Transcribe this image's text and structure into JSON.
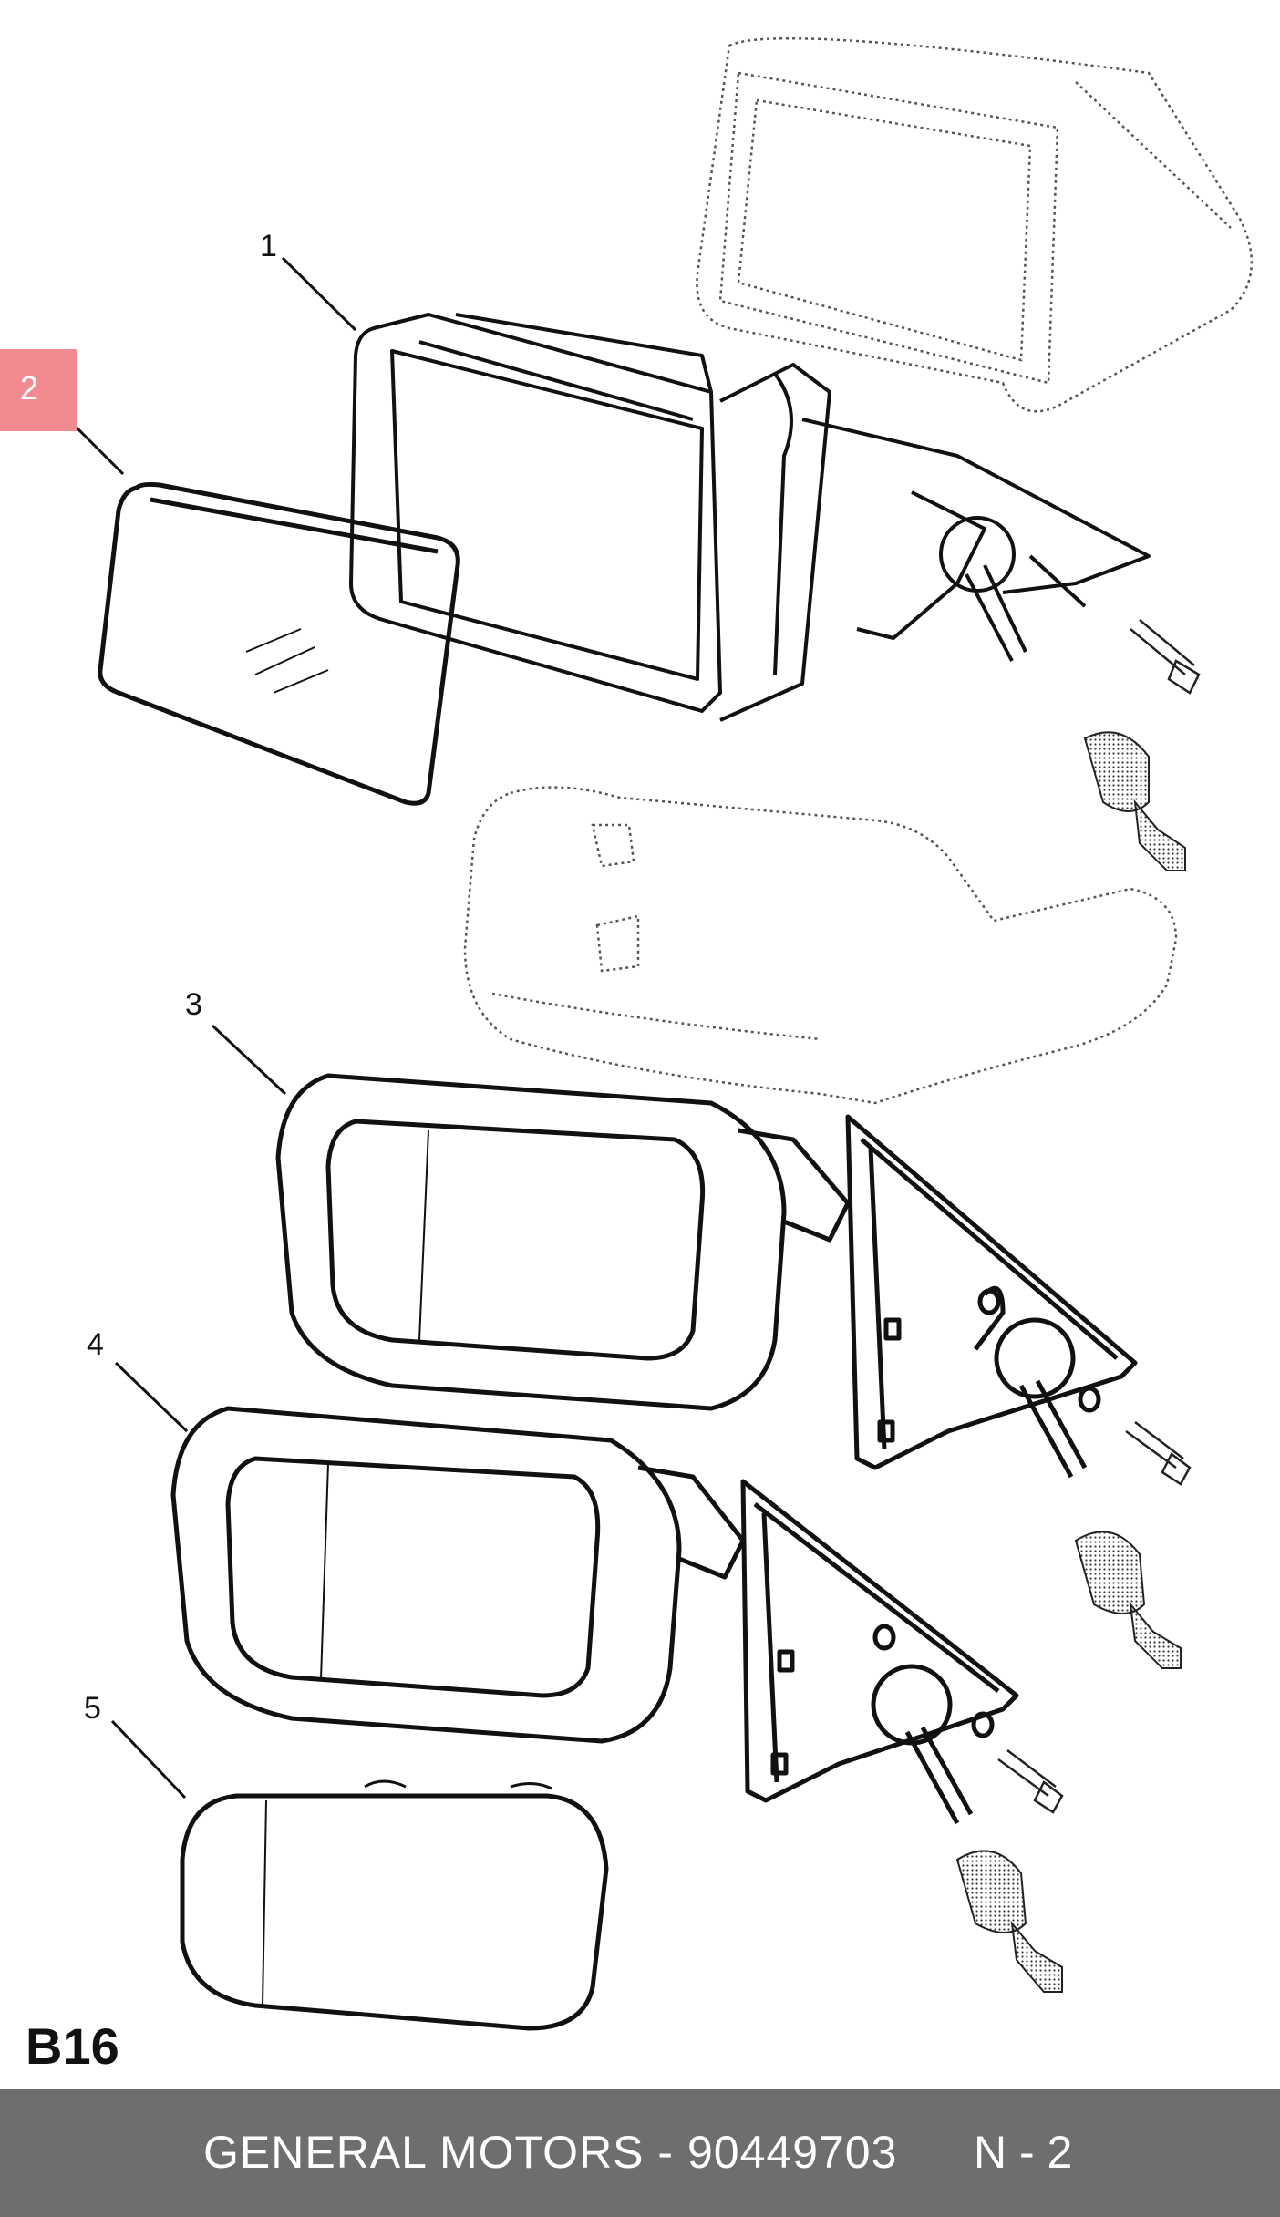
{
  "callouts": [
    "1",
    "2",
    "3",
    "4",
    "5"
  ],
  "highlighted_callout": "2",
  "section_code": "B16",
  "footer": {
    "brand_part": "GENERAL MOTORS - 90449703",
    "page": "N - 2"
  },
  "colors": {
    "highlight": "#f28b8f",
    "footer_bg": "#6e6e6e",
    "line": "#111111"
  }
}
